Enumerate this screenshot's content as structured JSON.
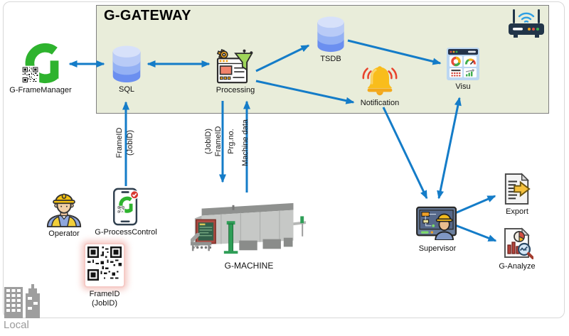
{
  "diagram": {
    "gateway_title": "G-GATEWAY",
    "local_label": "Local",
    "nodes": {
      "framemanager": "G-FrameManager",
      "sql": "SQL",
      "processing": "Processing",
      "tsdb": "TSDB",
      "notification": "Notification",
      "visu": "Visu",
      "operator": "Operator",
      "processcontrol": "G-ProcessControl",
      "frameid_line1": "FrameID",
      "frameid_line2": "(JobID)",
      "machine": "G-MACHINE",
      "supervisor": "Supervisor",
      "export": "Export",
      "analyze": "G-Analyze"
    },
    "edge_labels": {
      "pc_to_sql_1": "FrameID",
      "pc_to_sql_2": "(JobID)",
      "proc_to_machine_1": "(JobID)",
      "proc_to_machine_2": "FrameID",
      "proc_to_machine_3": "Prg.no.",
      "machine_to_proc": "Machine data"
    },
    "icons": {
      "framemanager": "g-logo-qr-icon",
      "sql": "database-cylinder-icon",
      "tsdb": "database-cylinder-icon",
      "processing": "browser-filter-gear-icon",
      "notification": "bell-icon",
      "visu": "dashboard-icon",
      "router": "wifi-router-icon",
      "operator": "worker-hardhat-icon",
      "processcontrol": "smartphone-app-icon",
      "frameid": "qr-code-icon",
      "machine": "industrial-machine-icon",
      "supervisor": "monitor-engineer-icon",
      "export": "document-export-icon",
      "analyze": "document-analytics-icon",
      "local": "city-buildings-icon"
    },
    "colors": {
      "arrow": "#147cc8",
      "gateway_fill": "#e9edda",
      "gateway_border": "#7f7f7f",
      "brand_green": "#2eb32e"
    }
  }
}
